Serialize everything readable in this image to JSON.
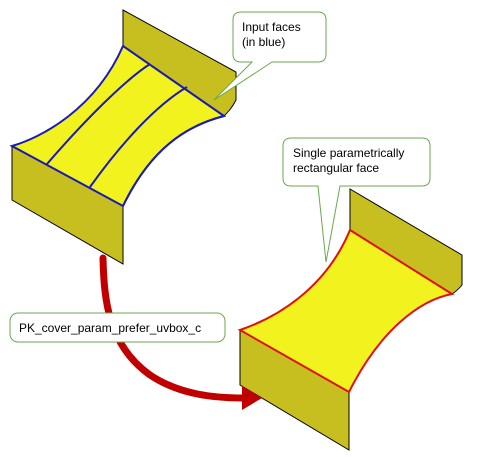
{
  "callouts": {
    "input_faces": {
      "line1": "Input faces",
      "line2": "(in blue)"
    },
    "single_face": {
      "line1": "Single parametrically",
      "line2": "rectangular face"
    }
  },
  "operation_label": "PK_cover_param_prefer_uvbox_c",
  "colors": {
    "face_yellow": "#f2f21f",
    "side_olive": "#c7bf1f",
    "input_edge_blue": "#1a1ab4",
    "output_edge_red": "#e01010",
    "arrow_red": "#c00000",
    "callout_border": "#6aa84f"
  }
}
